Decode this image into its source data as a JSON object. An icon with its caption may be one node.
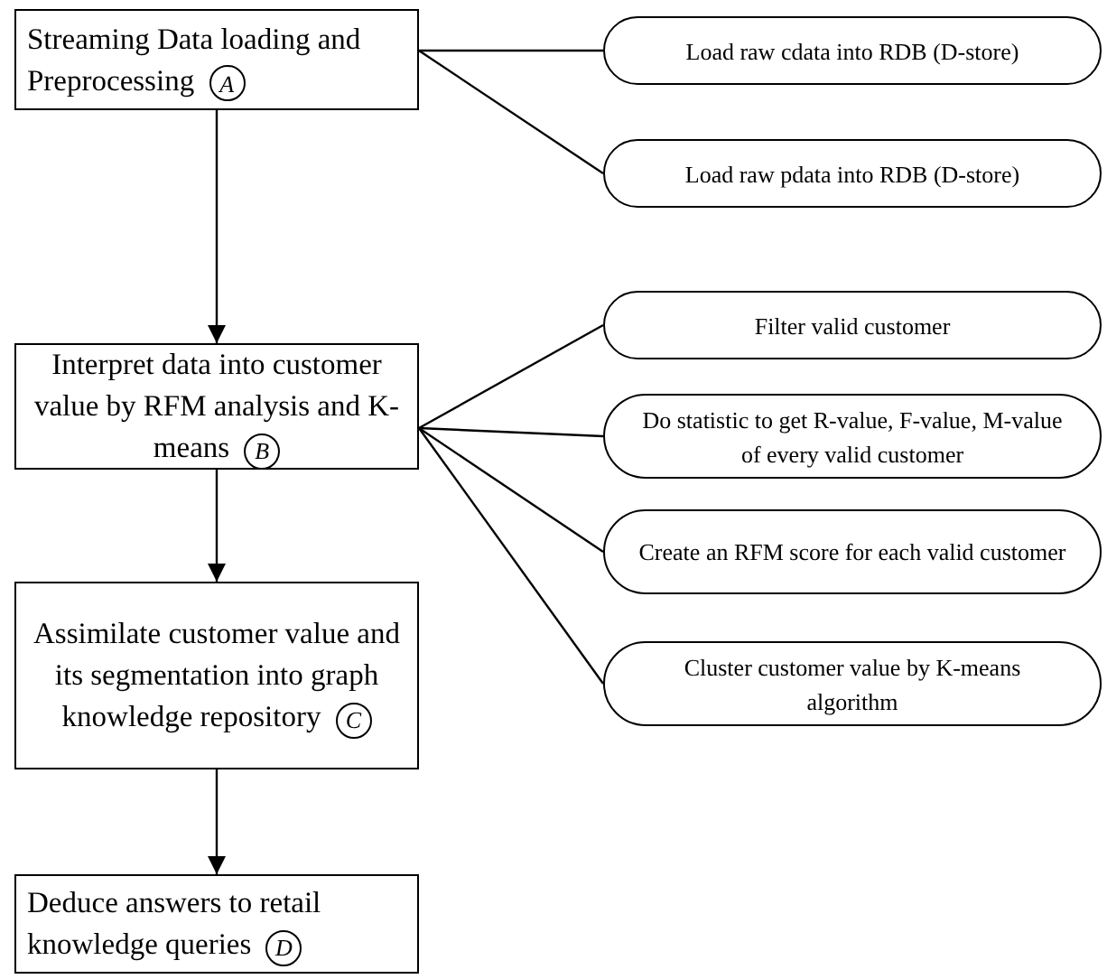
{
  "diagram": {
    "nodes": [
      {
        "text": [
          "Streaming Data loading and Preprocessing",
          "A"
        ]
      },
      {
        "text": [
          "Load raw cdata into RDB (D-store)"
        ]
      },
      {
        "text": [
          "Load raw pdata into RDB (D-store)"
        ]
      },
      {
        "text": [
          "Interpret data into customer value by RFM analysis and K-means",
          "B"
        ]
      },
      {
        "text": [
          "Filter valid customer"
        ]
      },
      {
        "text": [
          "Do statistic to get R-value, F-value, M-value of every valid customer"
        ]
      },
      {
        "text": [
          "Create an RFM score for each valid customer"
        ]
      },
      {
        "text": [
          "Cluster customer value by K-means algorithm"
        ]
      },
      {
        "text": [
          "Assimilate customer value and its segmentation into graph knowledge repository",
          "C"
        ]
      },
      {
        "text": [
          "Deduce answers to retail knowledge queries",
          "D"
        ]
      }
    ],
    "edges": [
      {
        "from": 0,
        "to": 1,
        "arrow": "none"
      },
      {
        "from": 0,
        "to": 2,
        "arrow": "none"
      },
      {
        "from": 0,
        "to": 3,
        "arrow": "to"
      },
      {
        "from": 3,
        "to": 4,
        "arrow": "none"
      },
      {
        "from": 3,
        "to": 5,
        "arrow": "none"
      },
      {
        "from": 3,
        "to": 6,
        "arrow": "none"
      },
      {
        "from": 3,
        "to": 7,
        "arrow": "none"
      },
      {
        "from": 3,
        "to": 8,
        "arrow": "to"
      },
      {
        "from": 8,
        "to": 9,
        "arrow": "to"
      }
    ]
  }
}
